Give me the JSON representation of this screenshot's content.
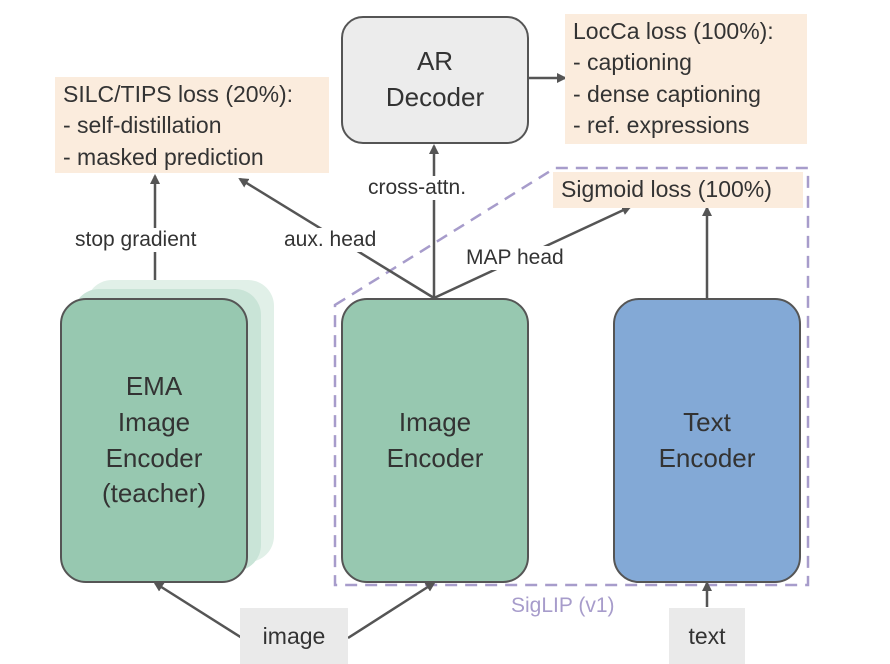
{
  "ar_decoder": {
    "lines": [
      "AR",
      "Decoder"
    ]
  },
  "ema_encoder": {
    "lines": [
      "EMA",
      "Image",
      "Encoder",
      "(teacher)"
    ]
  },
  "image_encoder": {
    "lines": [
      "Image",
      "Encoder"
    ]
  },
  "text_encoder": {
    "lines": [
      "Text",
      "Encoder"
    ]
  },
  "losses": {
    "silc": {
      "title": "SILC/TIPS loss (20%):",
      "items": [
        "-  self-distillation",
        "-  masked prediction"
      ]
    },
    "locca": {
      "title": "LocCa loss (100%):",
      "items": [
        "-  captioning",
        "-  dense captioning",
        "-  ref. expressions"
      ]
    },
    "sigmoid": {
      "title": "Sigmoid loss (100%)"
    }
  },
  "labels": {
    "stop_gradient": "stop gradient",
    "aux_head": "aux. head",
    "cross_attn": "cross-attn.",
    "map_head": "MAP head",
    "siglip_group": "SigLIP (v1)"
  },
  "inputs": {
    "image": "image",
    "text": "text"
  },
  "colors": {
    "encoder_green": "#97c8b0",
    "text_encoder_blue": "#83a9d6",
    "loss_bg": "#fbecdd",
    "siglip_dash": "#a79ccb"
  }
}
